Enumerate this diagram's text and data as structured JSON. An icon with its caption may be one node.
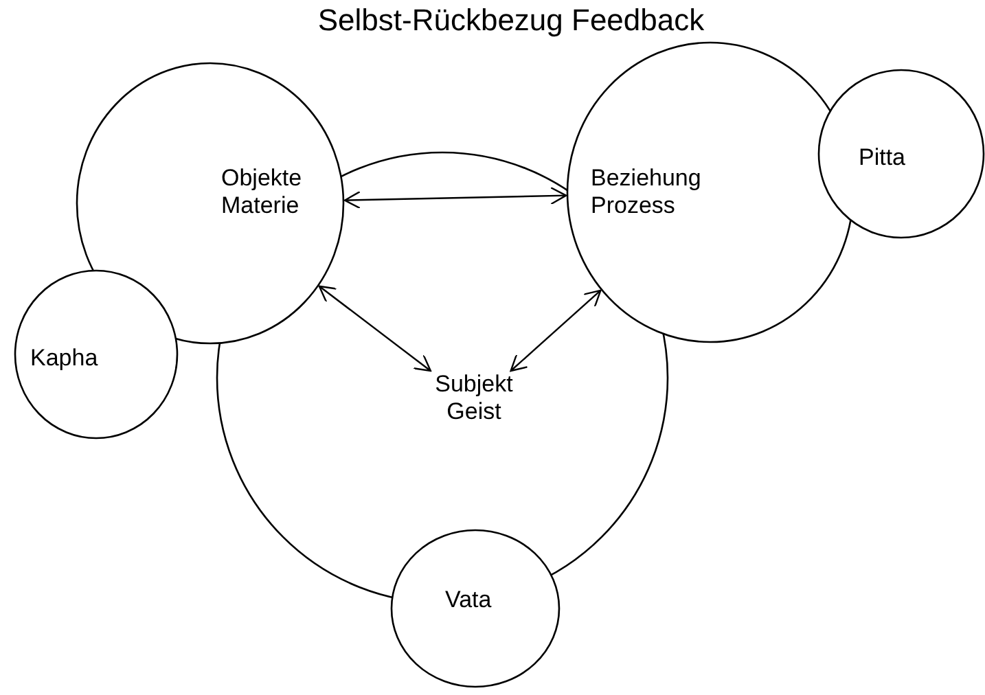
{
  "diagram": {
    "title": "Selbst-Rückbezug Feedback",
    "nodes": [
      {
        "text": [],
        "shape": "circle"
      },
      {
        "text": [
          "Objekte Materie"
        ]
      },
      {
        "text": [
          "Beziehung Prozess"
        ]
      },
      {
        "text": [
          "Pitta"
        ]
      },
      {
        "text": [
          "Kapha"
        ]
      },
      {
        "text": [
          "Subjekt Geist"
        ],
        "in": 0
      },
      {
        "text": [
          "Vata"
        ]
      }
    ],
    "edges": [
      {
        "from": 1,
        "to": 2,
        "arrow": "both"
      },
      {
        "from": 1,
        "to": 5,
        "arrow": "both"
      },
      {
        "from": 2,
        "to": 5,
        "arrow": "both"
      }
    ]
  }
}
